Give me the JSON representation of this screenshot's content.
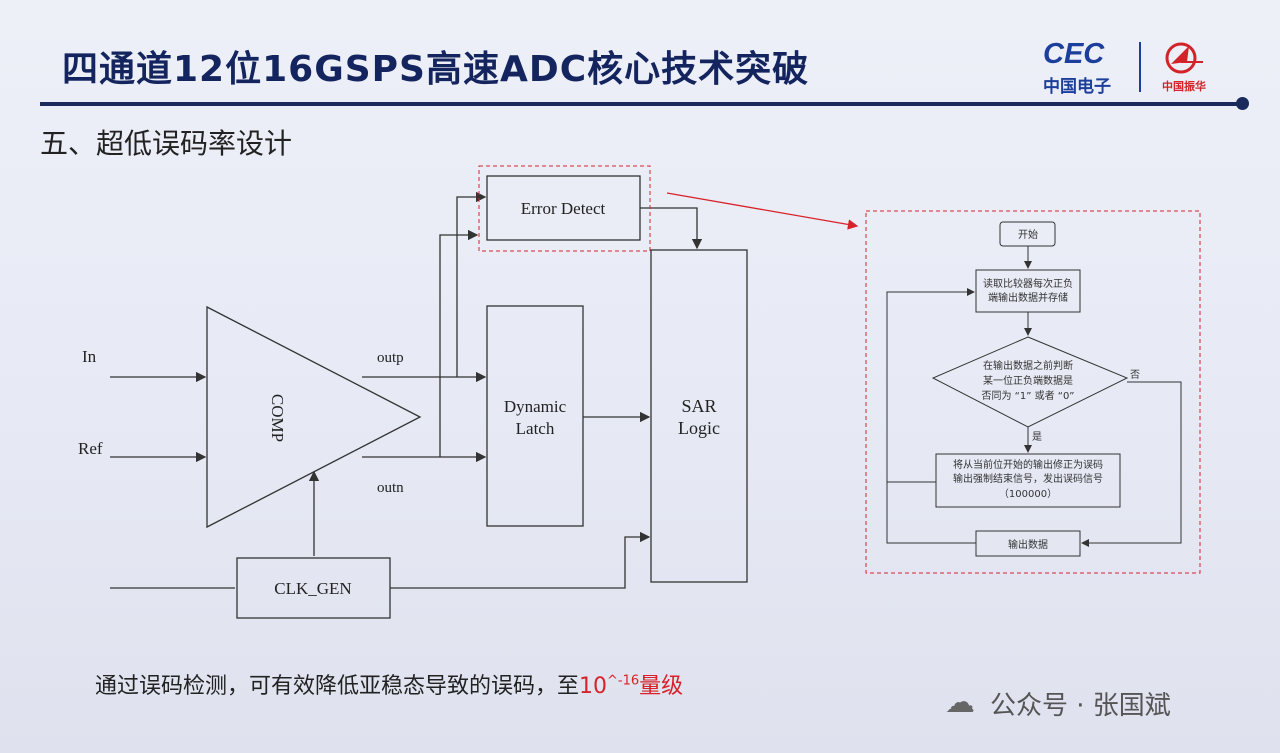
{
  "header": {
    "title": "四通道12位16GSPS高速ADC核心技术突破",
    "logo_cec": "CEC",
    "logo_cec_sub": "中国电子",
    "logo_partner": "中国振华"
  },
  "section_title": "五、超低误码率设计",
  "block_diagram": {
    "inputs": {
      "in": "In",
      "ref": "Ref"
    },
    "comp": "COMP",
    "outp": "outp",
    "outn": "outn",
    "latch_line1": "Dynamic",
    "latch_line2": "Latch",
    "sar_line1": "SAR",
    "sar_line2": "Logic",
    "clk": "CLK_GEN",
    "error_detect": "Error Detect"
  },
  "flowchart": {
    "start": "开始",
    "read_line1": "读取比较器每次正负",
    "read_line2": "端输出数据并存储",
    "decision_line1": "在输出数据之前判断",
    "decision_line2": "某一位正负端数据是",
    "decision_line3": "否同为 “1” 或者 “0”",
    "no": "否",
    "yes": "是",
    "fix_line1": "将从当前位开始的输出修正为误码",
    "fix_line2": "输出强制结束信号，发出误码信号",
    "fix_line3": "（100000）",
    "output": "输出数据"
  },
  "footer": {
    "text": "通过误码检测，可有效降低亚稳态导致的误码，至",
    "highlight_base": "10",
    "highlight_exp": "^-16",
    "highlight_unit": "量级"
  },
  "watermark": "公众号 · 张国斌",
  "colors": {
    "title": "#13245e",
    "accent": "#d8222a",
    "brand": "#1b3f9a"
  }
}
